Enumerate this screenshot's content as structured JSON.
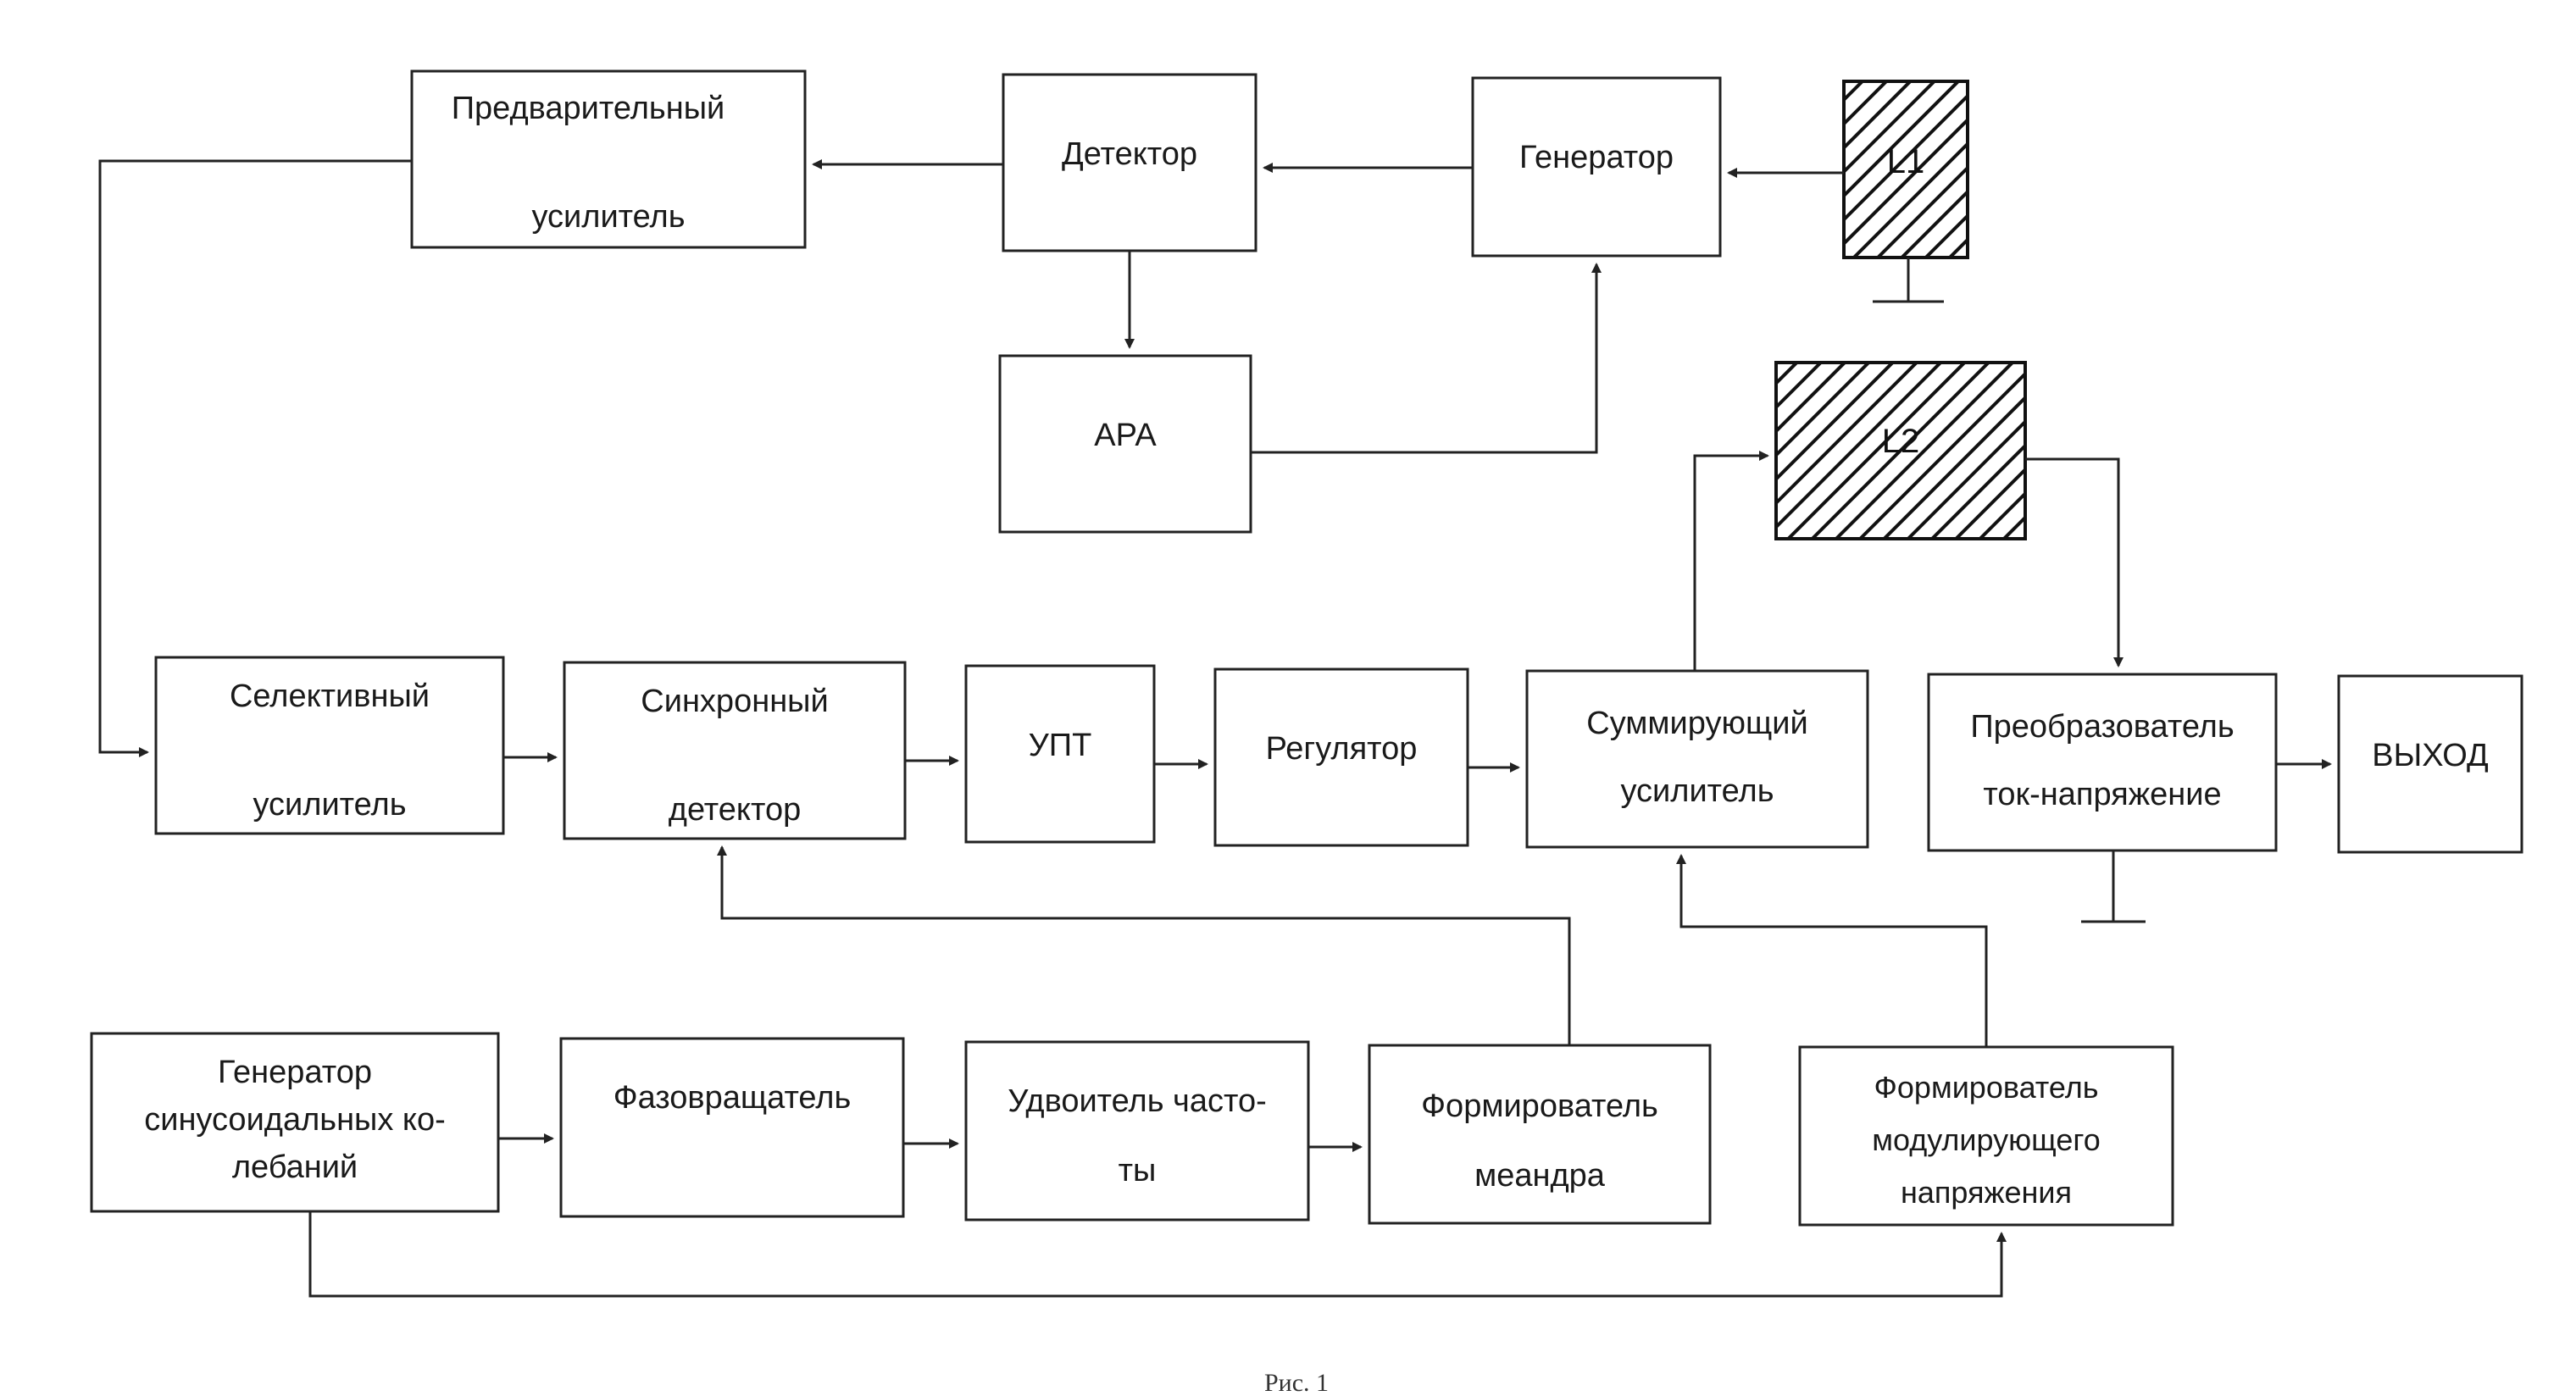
{
  "blocks": {
    "preamp": [
      "Предварительный",
      "усилитель"
    ],
    "detector": "Детектор",
    "generator": "Генератор",
    "l1": "L1",
    "ara": "АРА",
    "l2": "L2",
    "selective_amp": [
      "Селективный",
      "усилитель"
    ],
    "sync_detector": [
      "Синхронный",
      "детектор"
    ],
    "upt": "УПТ",
    "regulator": "Регулятор",
    "summing_amp": [
      "Суммирующий",
      "усилитель"
    ],
    "converter": [
      "Преобразователь",
      "ток-напряжение"
    ],
    "output": "ВЫХОД",
    "sine_gen": [
      "Генератор",
      "синусоидальных ко-",
      "лебаний"
    ],
    "phase_shifter": "Фазовращатель",
    "freq_doubler": [
      "Удвоитель часто-",
      "ты"
    ],
    "meander_former": [
      "Формирователь",
      "меандра"
    ],
    "mod_former": [
      "Формирователь",
      "модулирующего",
      "напряжения"
    ]
  },
  "caption": "Рис. 1"
}
